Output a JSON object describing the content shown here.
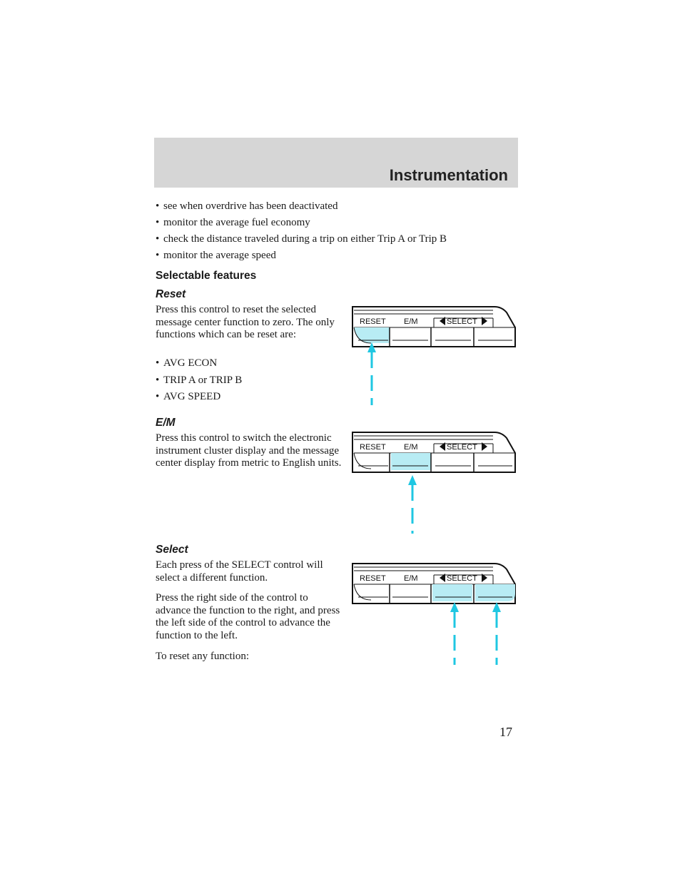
{
  "header": {
    "title": "Instrumentation"
  },
  "intro_bullets": [
    "see when overdrive has been deactivated",
    "monitor the average fuel economy",
    "check the distance traveled during a trip on either Trip A or Trip B",
    "monitor the average speed"
  ],
  "bullet_char": "•",
  "section_title": "Selectable features",
  "reset": {
    "heading": "Reset",
    "text": "Press this control to reset the selected message center function to zero. The only functions which can be reset are:",
    "bullets": [
      "AVG ECON",
      "TRIP A or TRIP B",
      "AVG SPEED"
    ]
  },
  "em": {
    "heading": "E/M",
    "text": "Press this control to switch the electronic instrument cluster display and the message center display from metric to English units."
  },
  "select": {
    "heading": "Select",
    "text1": "Each press of the SELECT control will select a different function.",
    "text2": "Press the right side of the control to advance the function to the right, and press the left side of the control to advance the function to the left.",
    "text3": "To reset any function:"
  },
  "control_labels": {
    "reset": "RESET",
    "em": "E/M",
    "select": "SELECT"
  },
  "colors": {
    "highlight": "#b8ecf4",
    "arrow": "#1fc7e2"
  },
  "page_number": "17"
}
